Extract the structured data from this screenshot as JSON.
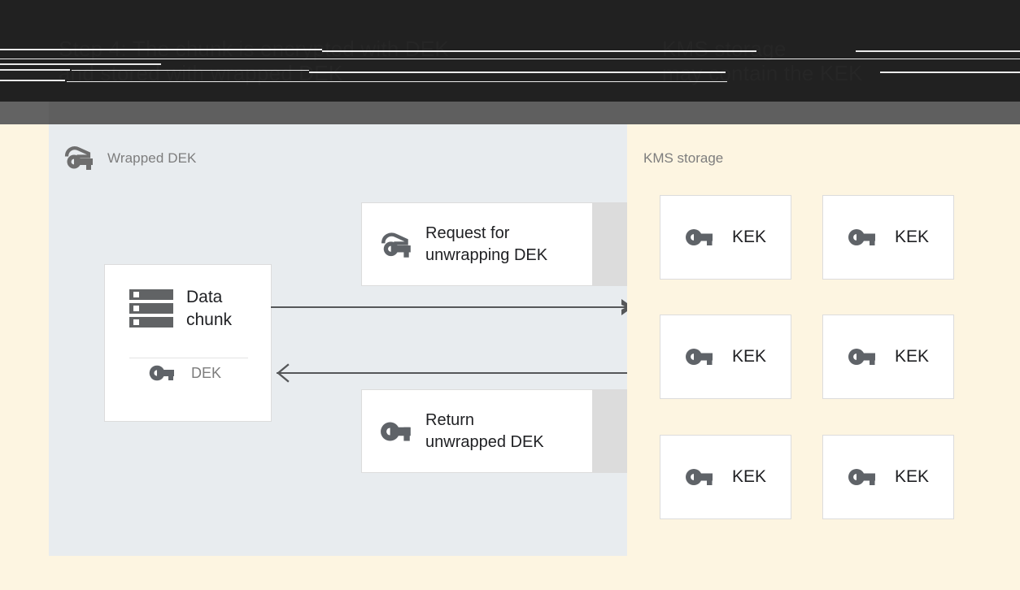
{
  "header": {
    "title_lines": [
      "Step 4: The chunk is encrypted with DEK",
      "and stored with wrapped DEK"
    ],
    "right_lines": [
      "KMS storage",
      "may contain the KEK"
    ],
    "background_color": "#212121",
    "text_color": "#262626",
    "band_color": "#5f5f5f"
  },
  "colors": {
    "canvas_background": "#fdf5e1",
    "left_panel_background": "#e8ecef",
    "card_background": "#ffffff",
    "card_border": "#dcdcdc",
    "card_shadow_pad": "#dcdcdc",
    "icon_gray": "#5f6368",
    "label_gray": "#7d7d7d",
    "text_dark": "#202124",
    "arrow_gray": "#555759"
  },
  "left_panel": {
    "title": "Wrapped DEK",
    "title_icon": "wrapped-key-icon"
  },
  "data_chunk_card": {
    "icon": "server-storage-icon",
    "title": "Data\nchunk",
    "key_icon": "key-icon",
    "key_label": "DEK"
  },
  "message_cards": [
    {
      "id": "request",
      "icon": "wrapped-key-icon",
      "label": "Request for\nunwrapping DEK"
    },
    {
      "id": "return",
      "icon": "key-icon",
      "label": "Return\nunwrapped DEK"
    }
  ],
  "arrows": [
    {
      "id": "request-arrow",
      "direction": "right",
      "style": "solid-filled-head"
    },
    {
      "id": "return-arrow",
      "direction": "left",
      "style": "solid-open-head"
    }
  ],
  "kms": {
    "title": "KMS storage",
    "keys": [
      {
        "icon": "key-icon",
        "label": "KEK"
      },
      {
        "icon": "key-icon",
        "label": "KEK"
      },
      {
        "icon": "key-icon",
        "label": "KEK"
      },
      {
        "icon": "key-icon",
        "label": "KEK"
      },
      {
        "icon": "key-icon",
        "label": "KEK"
      },
      {
        "icon": "key-icon",
        "label": "KEK"
      }
    ]
  }
}
